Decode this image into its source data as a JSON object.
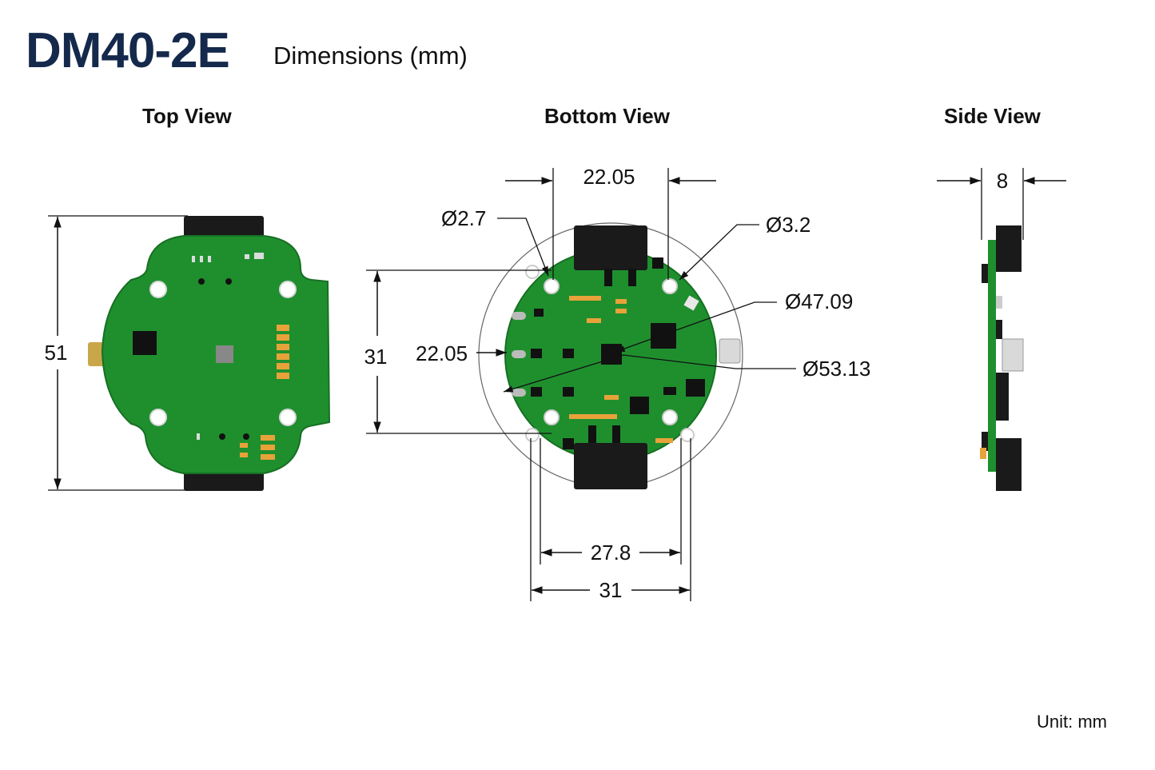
{
  "title": "DM40-2E",
  "subtitle": "Dimensions (mm)",
  "views": {
    "top": "Top View",
    "bottom": "Bottom View",
    "side": "Side View"
  },
  "dimensions": {
    "top_height": "51",
    "bottom_hole_spacing_top": "22.05",
    "bottom_hole_dia_small": "Ø2.7",
    "bottom_hole_dia_large": "Ø3.2",
    "bottom_circle_inner": "Ø47.09",
    "bottom_circle_outer": "Ø53.13",
    "bottom_height": "31",
    "bottom_hole_spacing_left": "22.05",
    "bottom_width_inner": "27.8",
    "bottom_width_outer": "31",
    "side_thickness": "8"
  },
  "unit_note": "Unit: mm",
  "colors": {
    "title": "#14294b",
    "pcb": "#1f8f2e",
    "connector": "#1a1a1a"
  }
}
